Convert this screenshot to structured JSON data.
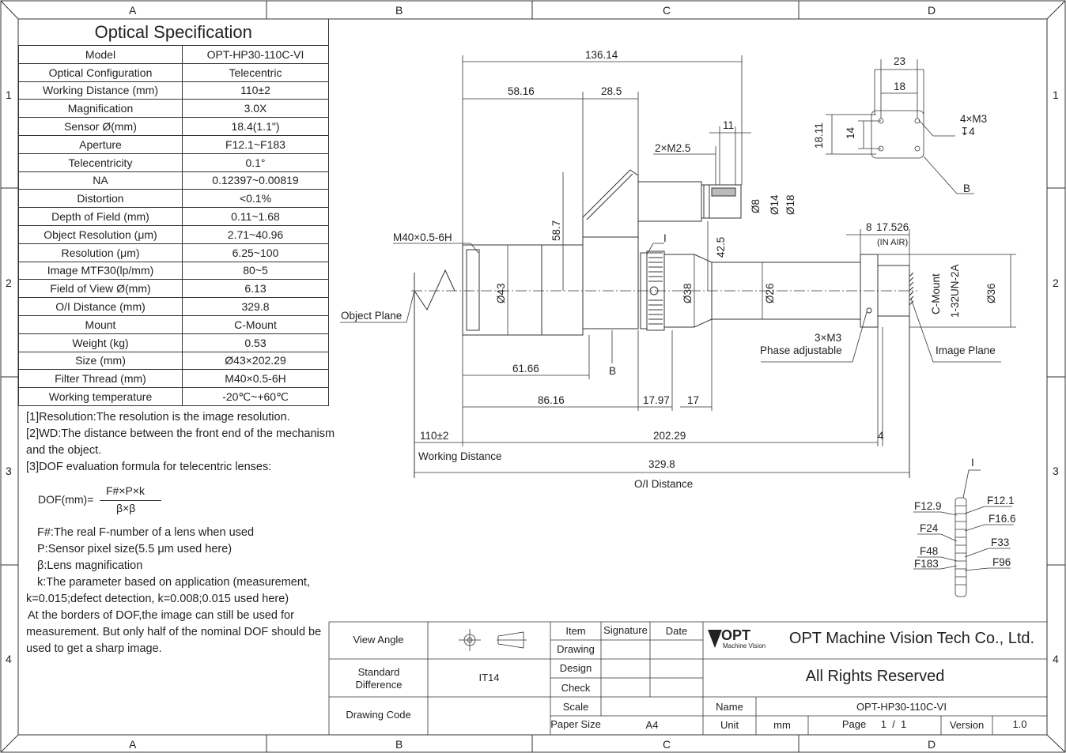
{
  "frame": {
    "cols": [
      "A",
      "B",
      "C",
      "D"
    ],
    "rows": [
      "1",
      "2",
      "3",
      "4"
    ]
  },
  "spec": {
    "title": "Optical Specification",
    "rows": [
      {
        "k": "Model",
        "v": "OPT-HP30-110C-VI"
      },
      {
        "k": "Optical Configuration",
        "v": "Telecentric"
      },
      {
        "k": "Working Distance (mm)",
        "v": "110±2"
      },
      {
        "k": "Magnification",
        "v": "3.0X"
      },
      {
        "k": "Sensor Ø(mm)",
        "v": "18.4(1.1\")"
      },
      {
        "k": "Aperture",
        "v": "F12.1~F183"
      },
      {
        "k": "Telecentricity",
        "v": "0.1°"
      },
      {
        "k": "NA",
        "v": "0.12397~0.00819"
      },
      {
        "k": "Distortion",
        "v": "<0.1%"
      },
      {
        "k": "Depth of Field (mm)",
        "v": "0.11~1.68"
      },
      {
        "k": "Object Resolution (μm)",
        "v": "2.71~40.96"
      },
      {
        "k": "Resolution (μm)",
        "v": "6.25~100"
      },
      {
        "k": "Image MTF30(lp/mm)",
        "v": "80~5"
      },
      {
        "k": "Field of View Ø(mm)",
        "v": "6.13"
      },
      {
        "k": "O/I Distance (mm)",
        "v": "329.8"
      },
      {
        "k": "Mount",
        "v": "C-Mount"
      },
      {
        "k": "Weight (kg)",
        "v": "0.53"
      },
      {
        "k": "Size (mm)",
        "v": "Ø43×202.29"
      },
      {
        "k": "Filter Thread (mm)",
        "v": "M40×0.5-6H"
      },
      {
        "k": "Working temperature",
        "v": "-20℃~+60℃"
      }
    ]
  },
  "notes": {
    "n1": "[1]Resolution:The resolution is the image resolution.",
    "n2a": "[2]WD:The distance between the front end of the mechanism",
    "n2b": "and the object.",
    "n3": "[3]DOF evaluation formula for telecentric lenses:",
    "dof_label": "DOF(mm)=",
    "dof_num": "F#×P×k",
    "dof_den": "β×β",
    "f": "F#:The real F-number of a lens when used",
    "p": "P:Sensor pixel size(5.5 μm used here)",
    "b": "β:Lens magnification",
    "k1": "k:The parameter based on application (measurement,",
    "k2": "k=0.015;defect detection, k=0.008;0.015 used here)",
    "a1": "At the borders of DOF,the image can still be used for",
    "a2": "measurement. But only half of the nominal DOF should be",
    "a3": "used to get a sharp image."
  },
  "drawing": {
    "d136": "136.14",
    "d58": "58.16",
    "d28": "28.5",
    "d11": "11",
    "m25": "2×M2.5",
    "d8": "Ø8",
    "d14": "Ø14",
    "d18": "Ø18",
    "d587": "58.7",
    "d425": "42.5",
    "m40": "M40×0.5-6H",
    "tagI": "I",
    "d43": "Ø43",
    "d38": "Ø38",
    "d26": "Ø26",
    "d36": "Ø36",
    "objplane": "Object Plane",
    "d6166": "61.66",
    "tagB": "B",
    "d8616": "86.16",
    "d1797": "17.97",
    "d17": "17",
    "d110": "110±2",
    "d20229": "202.29",
    "d4": "4",
    "wd": "Working Distance",
    "d3298": "329.8",
    "oi": "O/I Distance",
    "d8b": "8",
    "d17526": "17.526",
    "inair": "(IN AIR)",
    "cmount": "C-Mount",
    "thread": "1-32UN-2A",
    "m3": "3×M3",
    "phase": "Phase adjustable",
    "imgplane": "Image Plane",
    "d23": "23",
    "d18b": "18",
    "d1811": "18.11",
    "d14b": "14",
    "m34": "4×M3",
    "depth": "↧4",
    "f129": "F12.9",
    "f121": "F12.1",
    "f24": "F24",
    "f166": "F16.6",
    "f48": "F48",
    "f33": "F33",
    "f183": "F183",
    "f96": "F96"
  },
  "titleblock": {
    "view_angle": "View Angle",
    "standard_difference": "Standard Difference",
    "it14": "IT14",
    "drawing_code": "Drawing Code",
    "item": "Item",
    "signature": "Signature",
    "date": "Date",
    "drawing": "Drawing",
    "design": "Design",
    "check": "Check",
    "scale": "Scale",
    "paper_size": "Paper Size",
    "a4": "A4",
    "logo": "OPT",
    "logo_sub": "Machine Vision",
    "company": "OPT Machine Vision Tech Co., Ltd.",
    "rights": "All Rights Reserved",
    "name_label": "Name",
    "name_value": "OPT-HP30-110C-VI",
    "unit_label": "Unit",
    "unit_value": "mm",
    "page_label": "Page",
    "page_value": "1  /  1",
    "version_label": "Version",
    "version_value": "1.0"
  }
}
